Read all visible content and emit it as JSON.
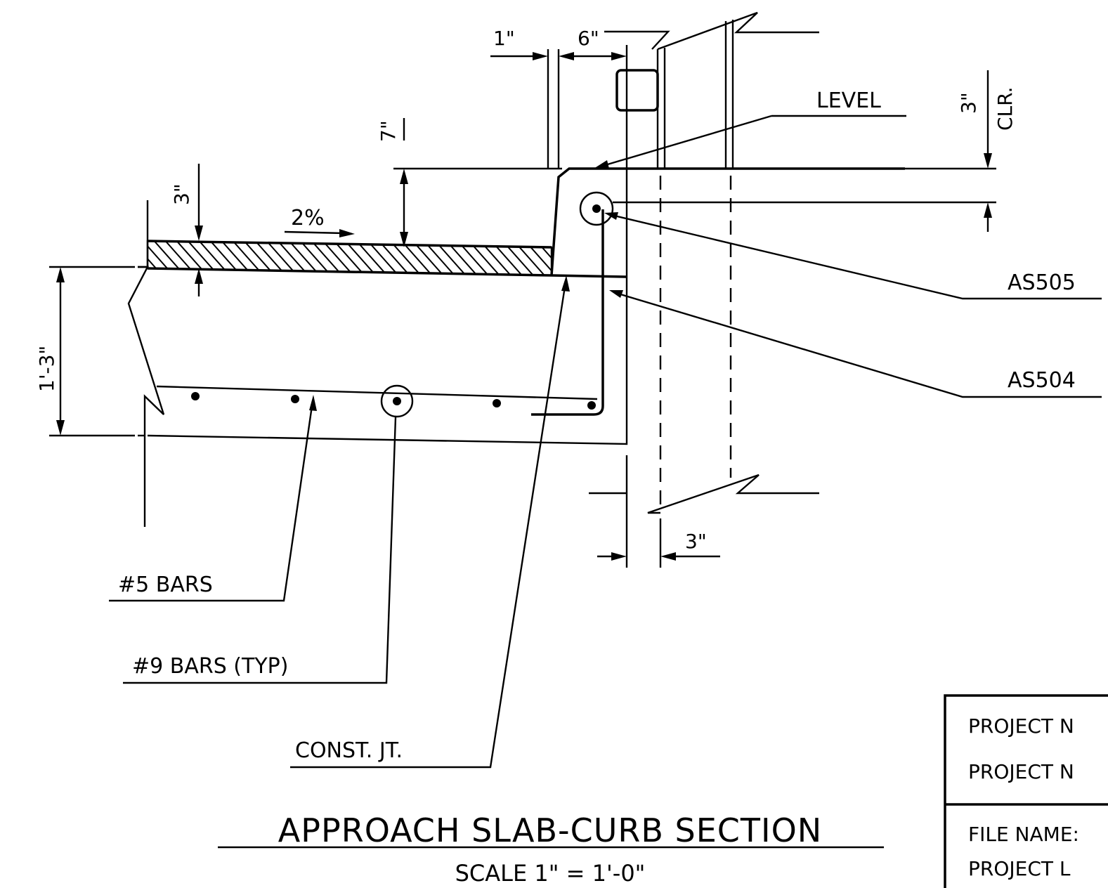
{
  "title": "APPROACH SLAB-CURB SECTION",
  "scale": "SCALE  1\" = 1'-0\"",
  "labels": {
    "level": "LEVEL",
    "as505": "AS505",
    "as504": "AS504",
    "bars5": "#5 BARS",
    "bars9": "#9 BARS (TYP)",
    "const_jt": "CONST. JT.",
    "slope": "2%"
  },
  "dimensions": {
    "d_1in": "1\"",
    "d_6in": "6\"",
    "d_7in": "7\"",
    "d_3in_top": "3\"",
    "d_3in_clr": "3\"",
    "clr": "CLR.",
    "d_1ft3in": "1'-3\"",
    "d_3in_bottom": "3\""
  },
  "title_block": {
    "row1": "PROJECT N",
    "row2": "PROJECT N",
    "row3": "FILE NAME:",
    "row4": "PROJECT L"
  }
}
